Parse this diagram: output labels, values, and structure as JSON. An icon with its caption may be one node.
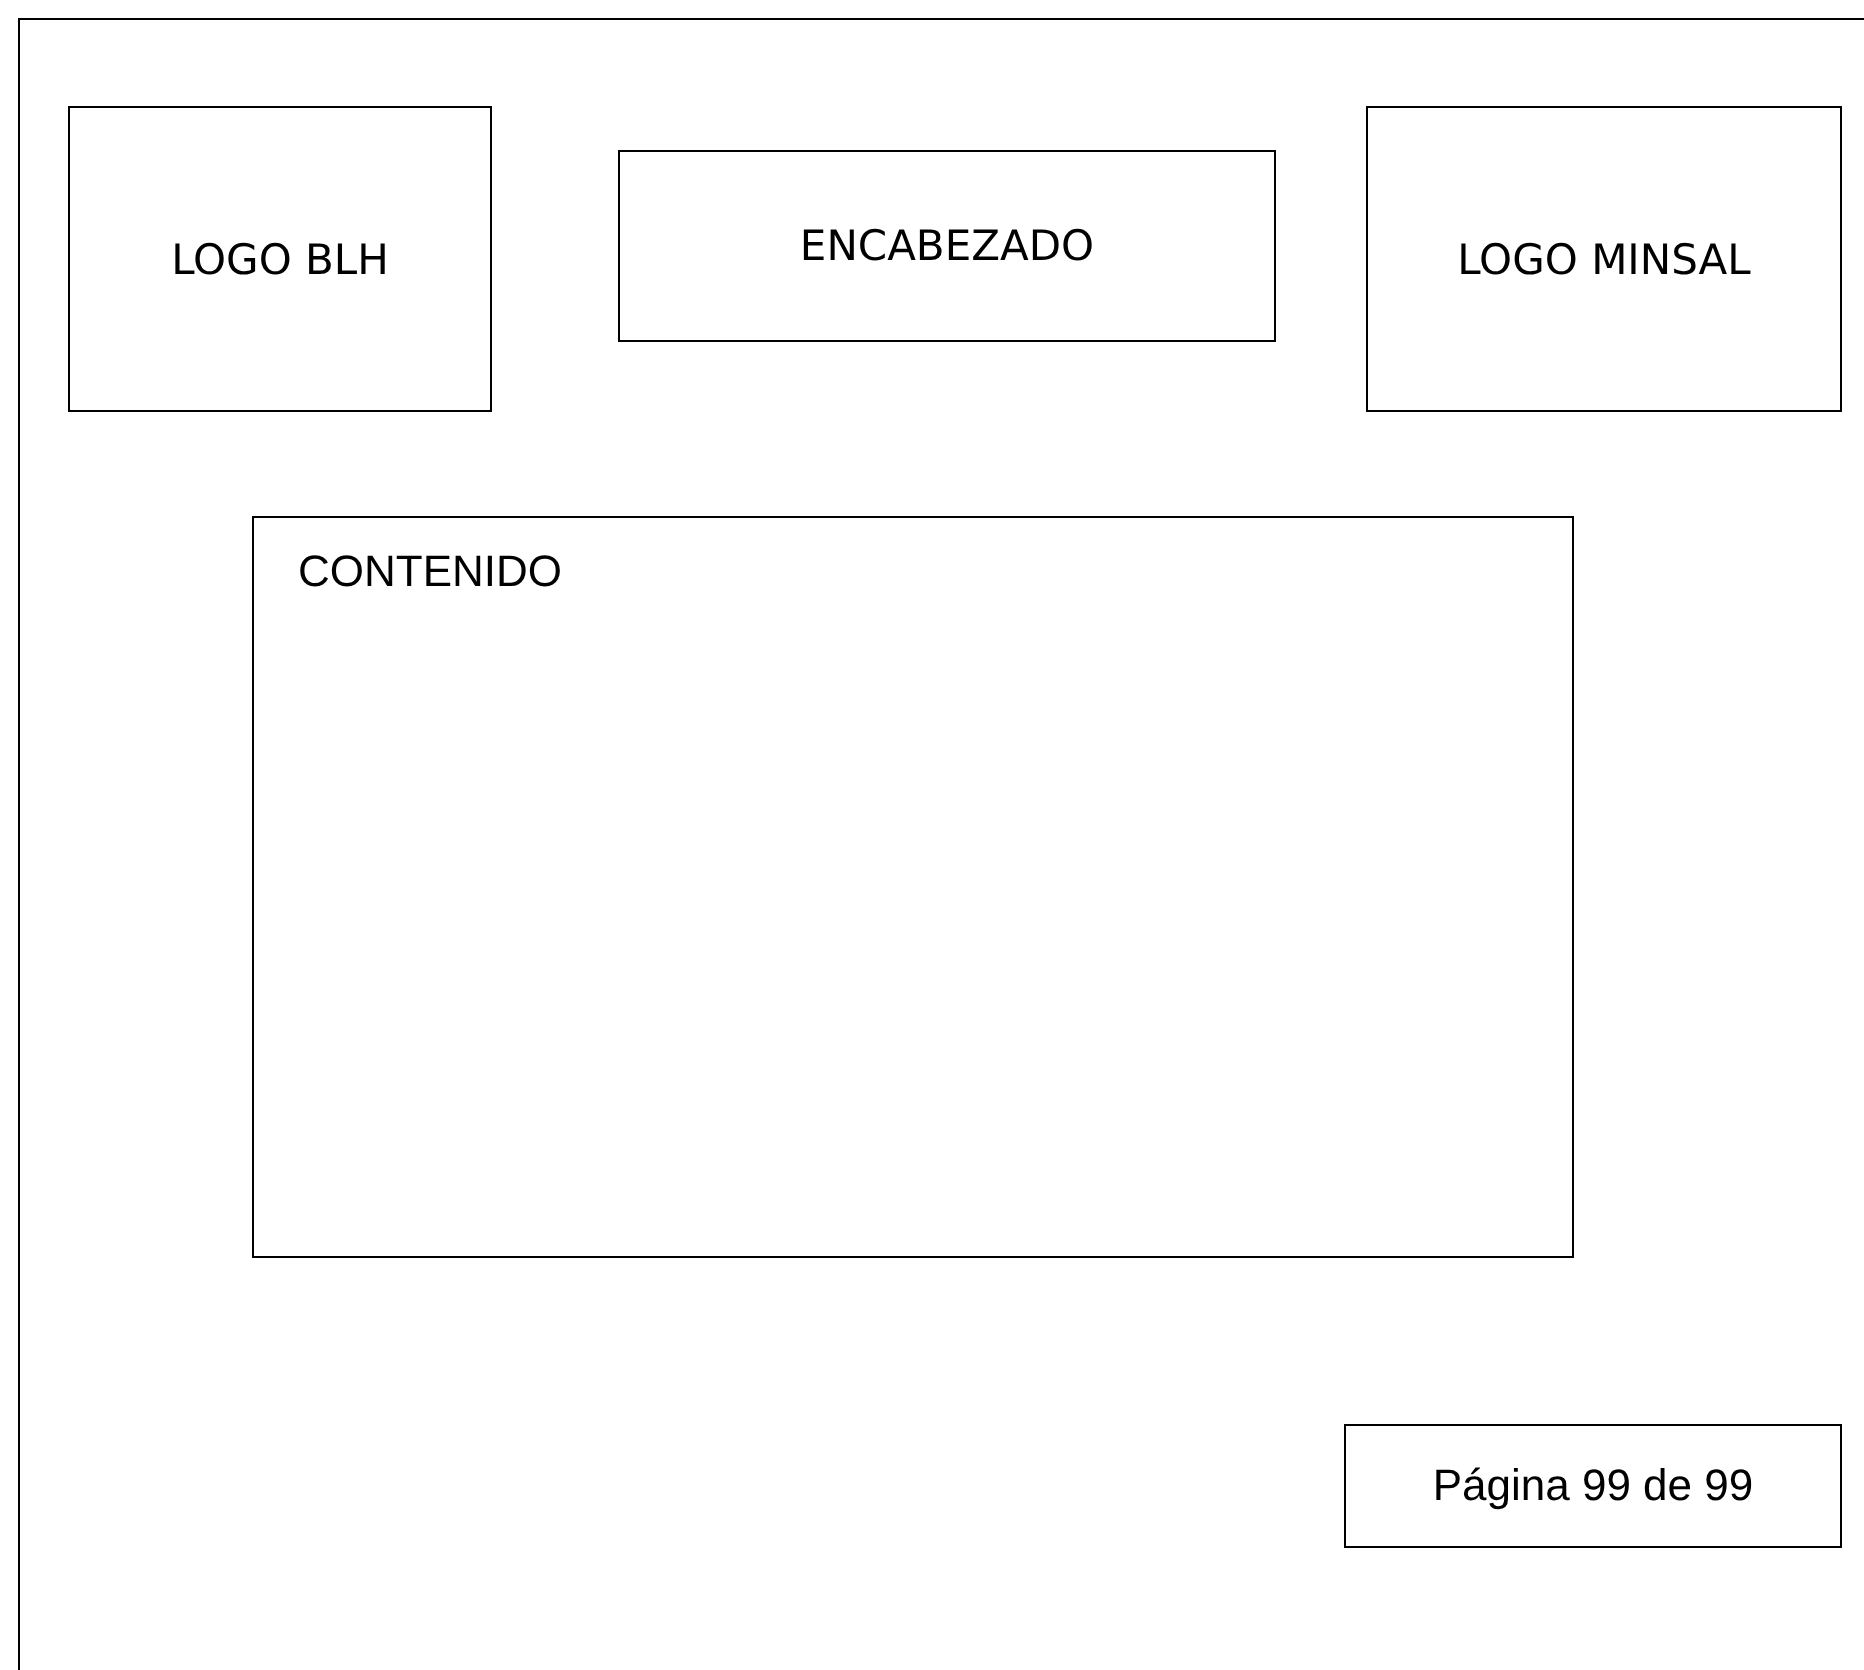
{
  "diagram": {
    "nodes": [
      {
        "text": [],
        "shape": "box"
      },
      {
        "text": [
          "LOGO BLH"
        ],
        "in": 0
      },
      {
        "text": [
          "ENCABEZADO"
        ],
        "in": 0
      },
      {
        "text": [
          "LOGO MINSAL"
        ],
        "in": 0
      },
      {
        "text": [
          "CONTENIDO"
        ],
        "in": 0
      },
      {
        "text": [
          "Página 99 de 99"
        ],
        "in": 0
      }
    ]
  }
}
